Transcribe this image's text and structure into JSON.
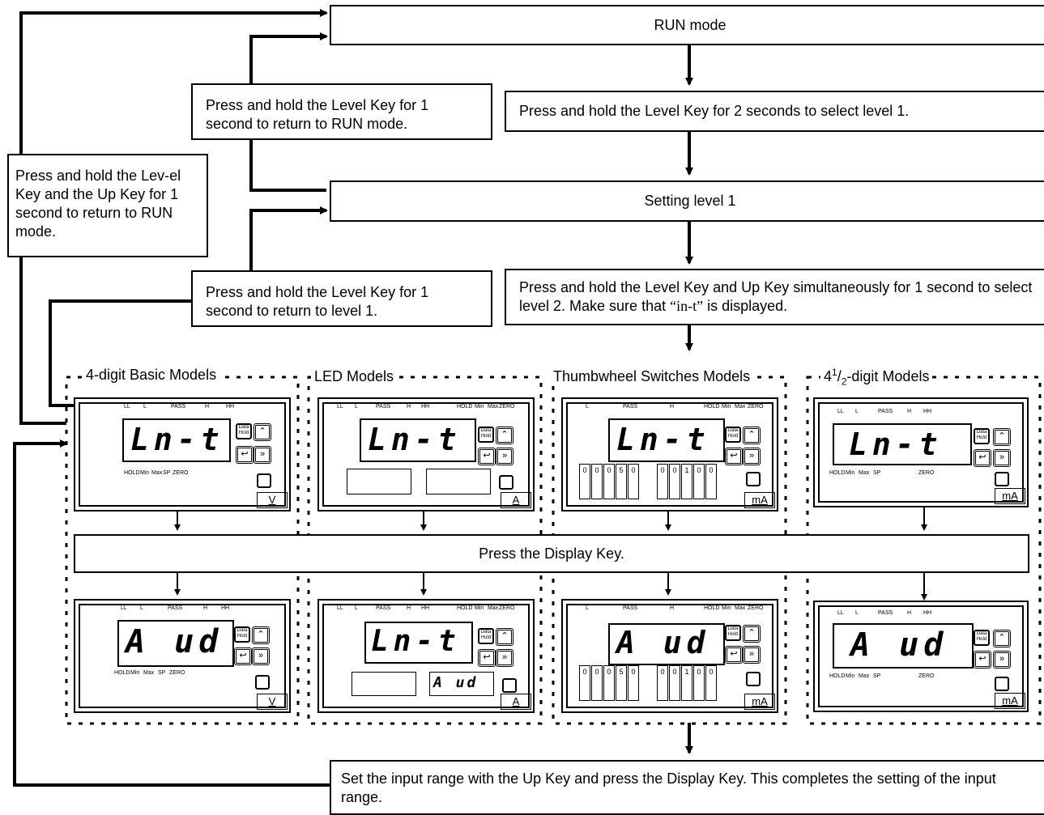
{
  "flow": {
    "run_mode": "RUN mode",
    "to_level1_instruction": "Press and hold the Level Key for 2 seconds to select level 1.",
    "return_run_from_level1": "Press and hold the Level Key for 1 second to return to RUN mode.",
    "return_run_from_level2": "Press and hold the Lev-el Key and the Up Key for 1 second to return to RUN mode.",
    "setting_level1": "Setting level 1",
    "to_level2_instruction_a": "Press and hold the Level Key and Up Key simultaneously for 1 second to select level 2. Make sure that ",
    "to_level2_code": "“in-t”",
    "to_level2_instruction_b": " is displayed.",
    "return_level1": "Press and hold the Level Key for 1 second to return to level 1.",
    "display_key": "Press the Display Key.",
    "final_step": "Set the input range with the Up Key and press the Display Key. This completes the setting of the input range."
  },
  "groups": [
    {
      "title": "4-digit Basic Models",
      "unit": "V"
    },
    {
      "title": "LED Models",
      "unit": "A"
    },
    {
      "title": "Thumbwheel Switches Models",
      "unit": "mA"
    },
    {
      "title_main": "4",
      "title_sup": "1",
      "title_sub": "2",
      "title_rest": "-digit Models",
      "unit": "mA"
    }
  ],
  "displays": {
    "top_readout": "Ln-t",
    "bottom_readout": "A ud",
    "led_sub_readout": "A ud"
  },
  "panel_labels": {
    "ll": "LL",
    "l": "L",
    "pass": "PASS",
    "h": "H",
    "hh": "HH",
    "hold": "HOLD",
    "min": "Min",
    "max": "Max",
    "sp": "SP",
    "zero": "ZERO",
    "data": "Data Hold",
    "thumb_top": [
      "0",
      "0",
      "0",
      "5",
      "0"
    ],
    "thumb_bottom": [
      "0",
      "0",
      "1",
      "0",
      "0"
    ],
    "thumb_top_b": [
      "0",
      "0",
      "0",
      "5",
      "0"
    ],
    "thumb_bottom_b": [
      "0",
      "0",
      "1",
      "0",
      "0"
    ]
  },
  "colors": {
    "line": "#000000",
    "background": "#ffffff"
  }
}
